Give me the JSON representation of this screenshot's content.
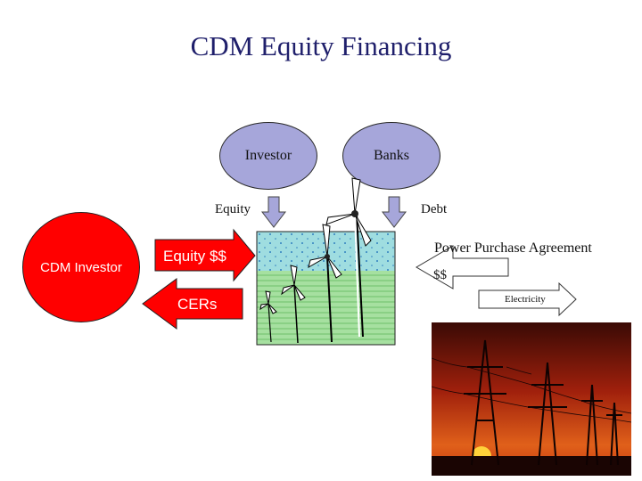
{
  "title": "CDM Equity Financing",
  "nodes": {
    "investor": "Investor",
    "banks": "Banks",
    "cdm_investor": "CDM Investor"
  },
  "flows": {
    "equity": "Equity",
    "debt": "Debt",
    "equity_dollars": "Equity $$",
    "cers": "CERs",
    "ppa": "Power Purchase Agreement",
    "ppa_dollars": "$$",
    "electricity": "Electricity"
  },
  "colors": {
    "title": "#1f1f6b",
    "ellipse_fill": "#a6a6da",
    "cdm_fill": "#ff0000",
    "equity_arrow": "#ff0000",
    "cers_arrow": "#ff0000",
    "down_arrow": "#a6a6da",
    "wind_sky": "#9fdde0",
    "wind_ground": "#a6e0a0"
  },
  "icons": [
    "wind-farm-icon",
    "power-lines-sunset-icon"
  ]
}
